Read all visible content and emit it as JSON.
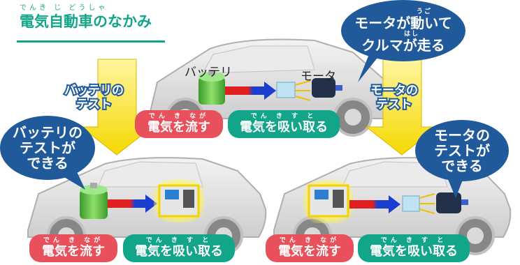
{
  "title": {
    "ruby": "でんき じ どうしゃ",
    "text": "電気自動車のなかみ"
  },
  "top_car": {
    "battery_label": "バッテリ",
    "motor_label": "モータ"
  },
  "bubble_motor_drives": {
    "ruby1": "うご",
    "line1": "モータが動いて",
    "ruby2": "はし",
    "line2": "クルマが走る"
  },
  "left_arrow_label": {
    "line1": "バッテリの",
    "line2": "テスト"
  },
  "right_arrow_label": {
    "line1": "モータの",
    "line2": "テスト"
  },
  "bubble_battery_test": {
    "line1": "バッテリの",
    "line2": "テストが",
    "line3": "できる"
  },
  "bubble_motor_test": {
    "line1": "モータの",
    "line2": "テストが",
    "line3": "できる"
  },
  "tags": {
    "send_ruby": "でん き なが",
    "send": "電気を流す",
    "absorb_ruby": "でん き す と",
    "absorb": "電気を吸い取る"
  },
  "colors": {
    "green": "#13a589",
    "red": "#e8505b",
    "navy": "#215a9a",
    "yellow": "#f2d400"
  }
}
